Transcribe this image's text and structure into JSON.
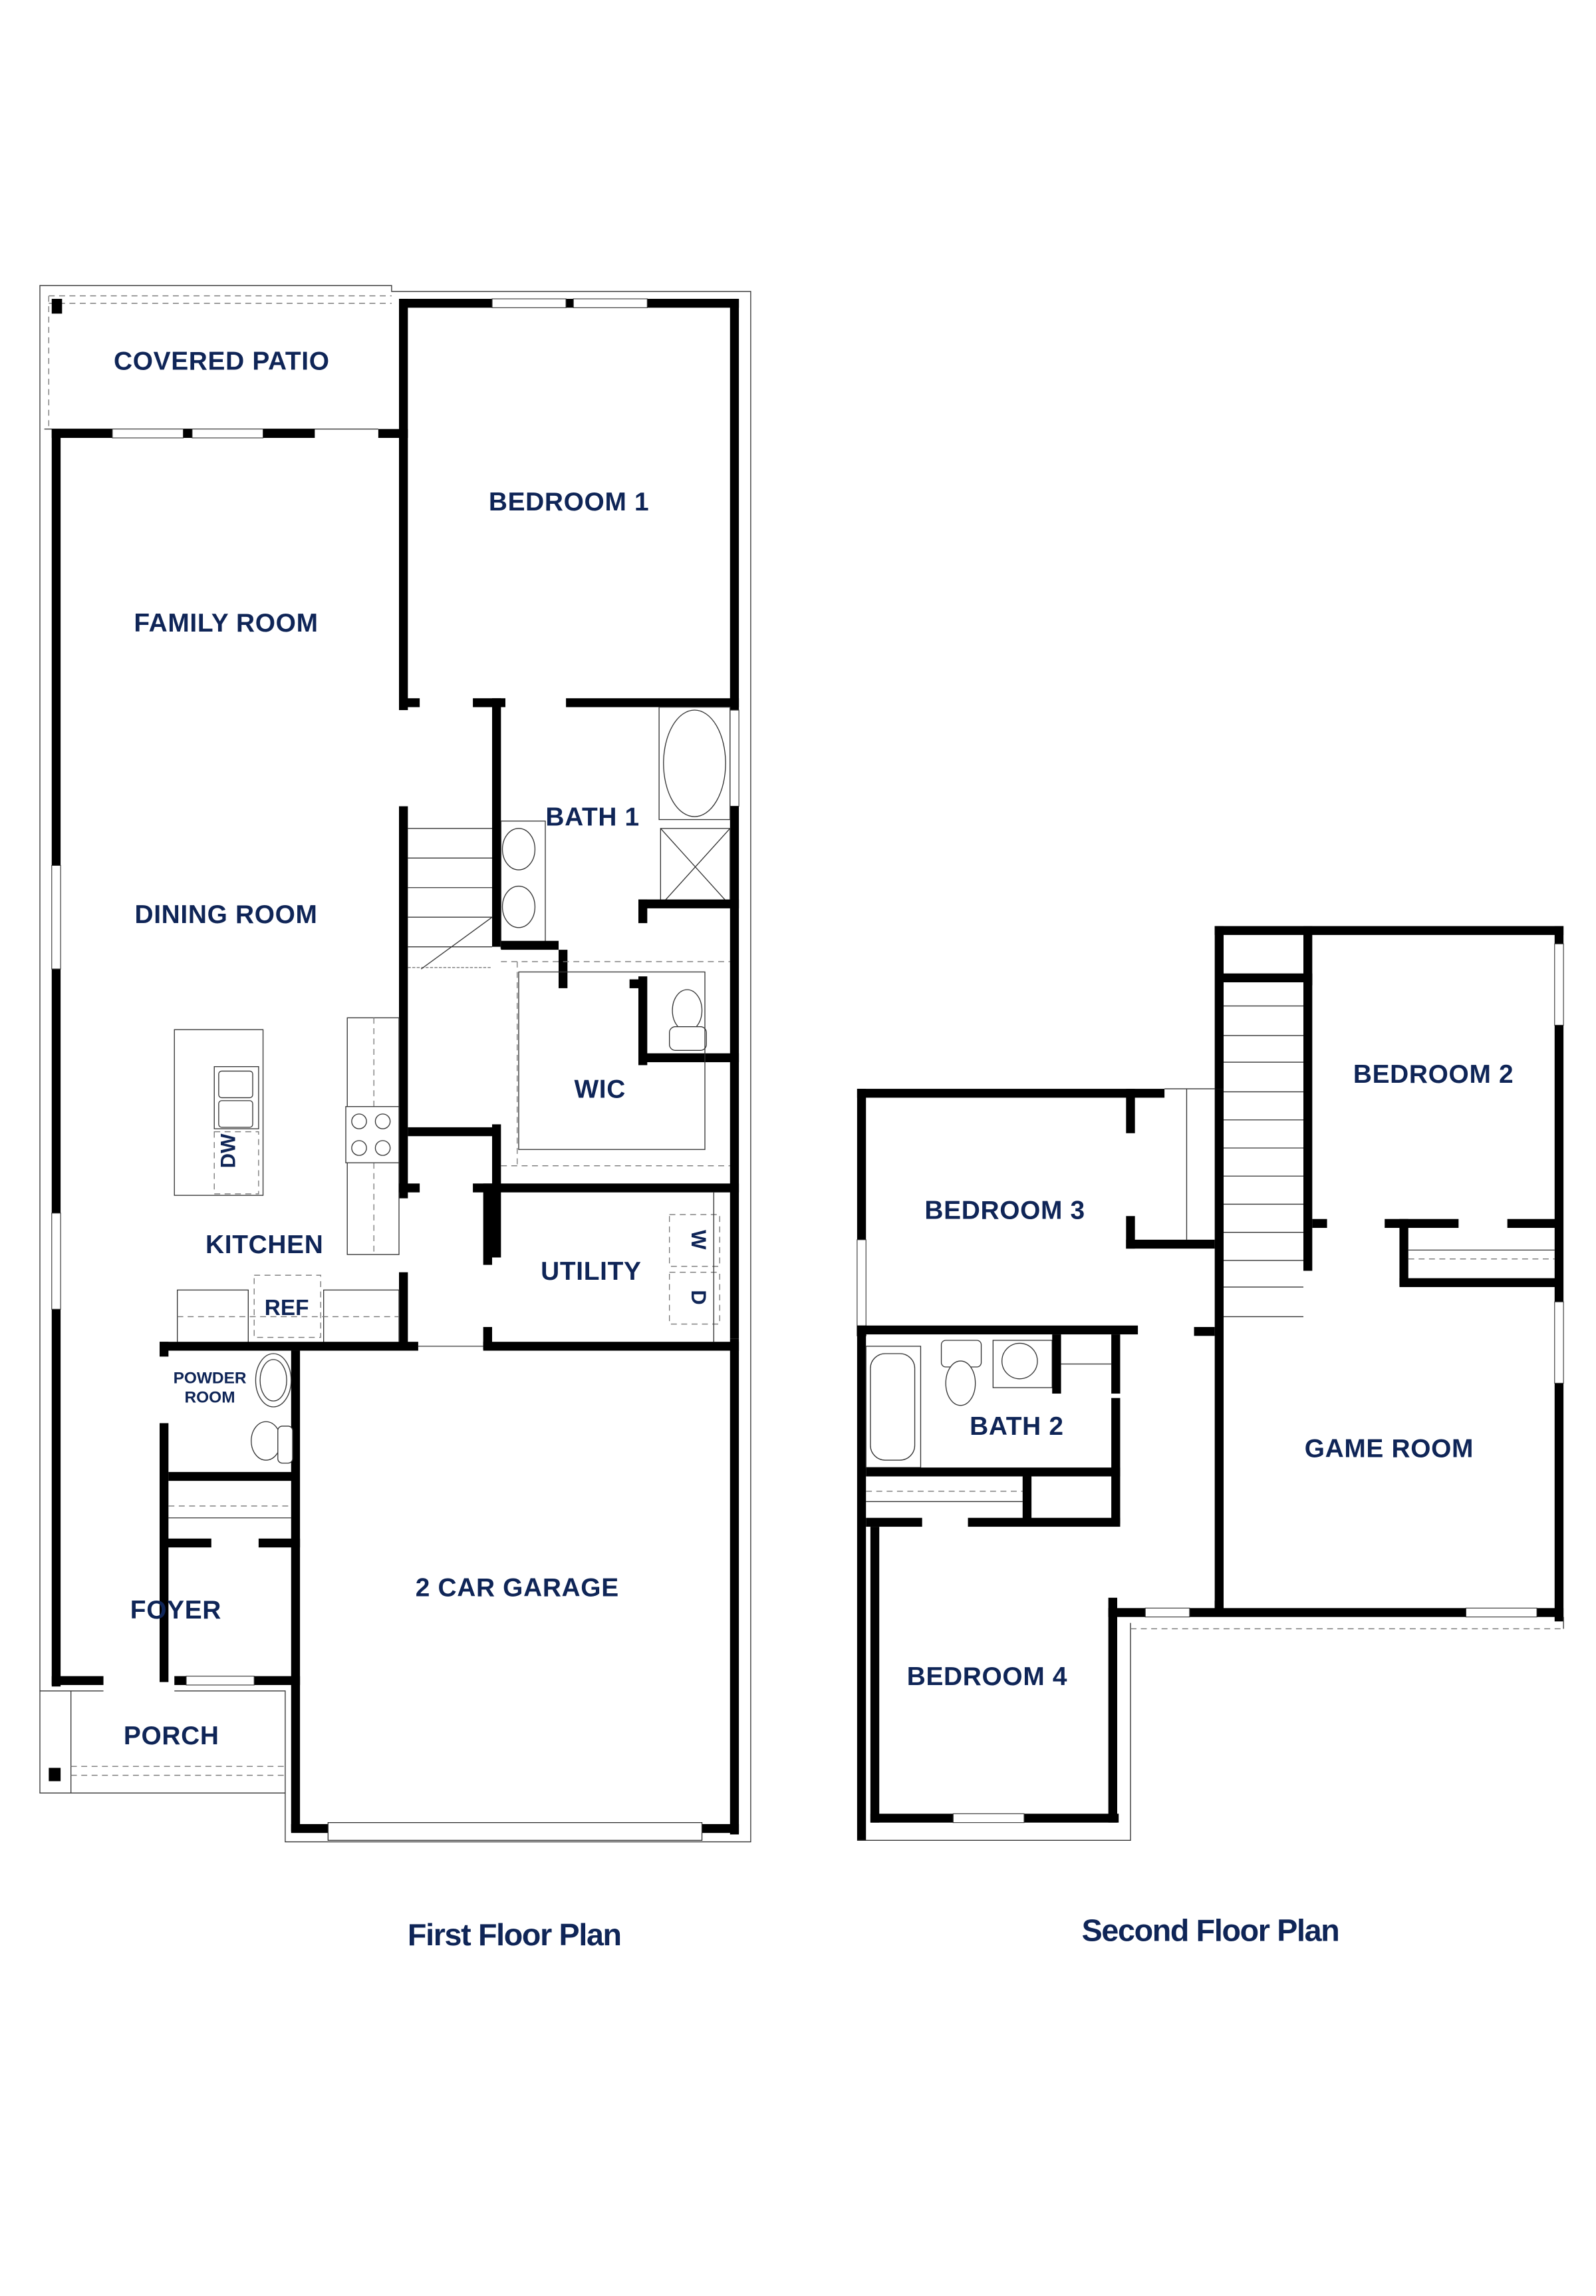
{
  "colors": {
    "label": "#0f2557",
    "wall": "#000000",
    "background": "#ffffff"
  },
  "first_floor": {
    "title": "First Floor Plan",
    "rooms": {
      "covered_patio": "COVERED PATIO",
      "bedroom_1": "BEDROOM 1",
      "family_room": "FAMILY ROOM",
      "bath_1": "BATH 1",
      "dining_room": "DINING ROOM",
      "wic": "WIC",
      "kitchen": "KITCHEN",
      "utility": "UTILITY",
      "powder_room_line1": "POWDER",
      "powder_room_line2": "ROOM",
      "foyer": "FOYER",
      "garage": "2 CAR GARAGE",
      "porch": "PORCH"
    },
    "fixtures": {
      "dishwasher": "DW",
      "refrigerator": "REF",
      "washer": "W",
      "dryer": "D"
    }
  },
  "second_floor": {
    "title": "Second Floor Plan",
    "rooms": {
      "bedroom_2": "BEDROOM 2",
      "bedroom_3": "BEDROOM 3",
      "bath_2": "BATH 2",
      "game_room": "GAME ROOM",
      "bedroom_4": "BEDROOM 4"
    }
  }
}
